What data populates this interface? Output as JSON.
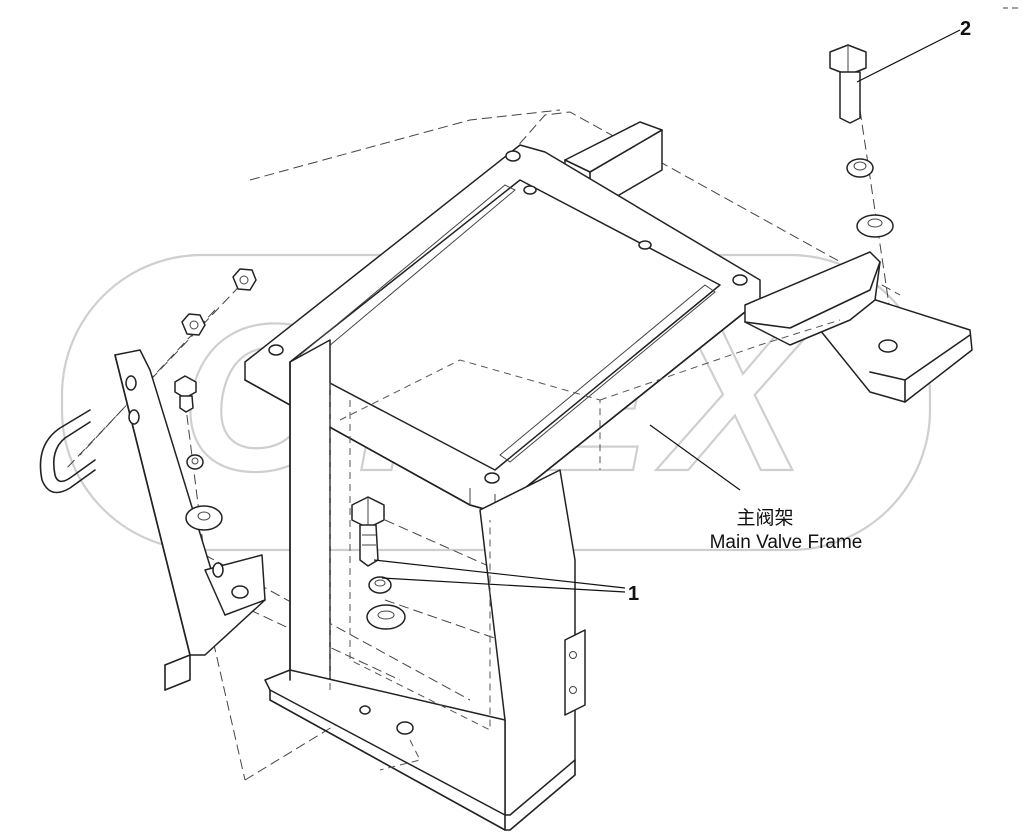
{
  "watermark": {
    "text": "OPEX"
  },
  "labels": {
    "callout_1": "1",
    "callout_2": "2",
    "part_name_cn": "主阀架",
    "part_name_en": "Main Valve Frame"
  },
  "colors": {
    "line": "#222222",
    "watermark": "#cfcfcf",
    "background": "#ffffff"
  }
}
